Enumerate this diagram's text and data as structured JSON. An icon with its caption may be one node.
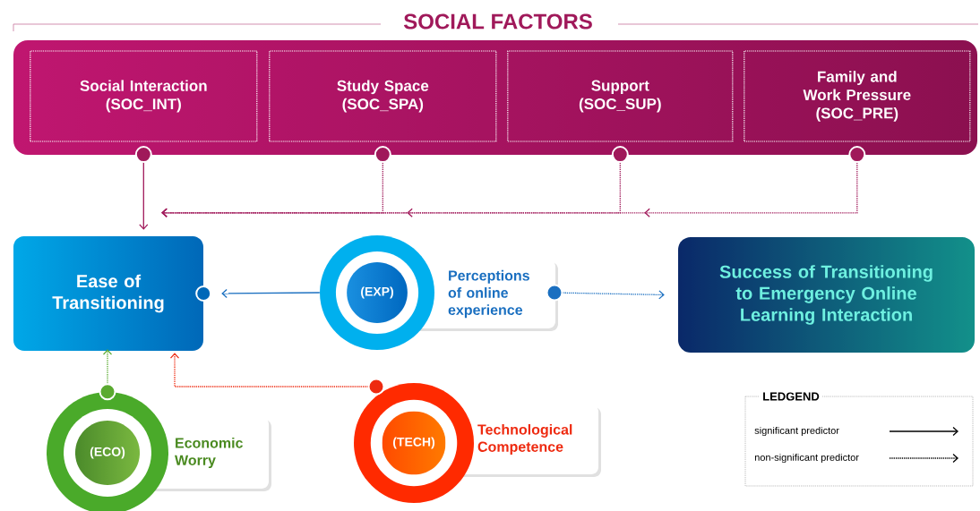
{
  "diagram": {
    "nodes": [
      {
        "text": [
          "SOCIAL FACTORS"
        ]
      },
      {
        "text": [
          "Social Interaction (SOC_INT)"
        ],
        "in": 0
      },
      {
        "text": [
          "Study Space (SOC_SPA)"
        ],
        "in": 0
      },
      {
        "text": [
          "Support (SOC_SUP)"
        ],
        "in": 0
      },
      {
        "text": [
          "Family and Work Pressure (SOC_PRE)"
        ],
        "in": 0
      },
      {
        "text": [
          "Ease of Transitioning"
        ]
      },
      {
        "text": [
          "(EXP)",
          "Perceptions of online experience"
        ]
      },
      {
        "text": [
          "Success of Transitioning to Emergency Online Learning Interaction"
        ]
      },
      {
        "text": [
          "(ECO)",
          "Economic Worry"
        ]
      },
      {
        "text": [
          "(TECH)",
          "Technological Competence"
        ]
      }
    ],
    "edges": [
      {
        "from": 1,
        "to": 5,
        "arrow": "to"
      },
      {
        "from": 2,
        "to": 5,
        "arrow": "to",
        "style": "dashed"
      },
      {
        "from": 3,
        "to": 5,
        "arrow": "to",
        "style": "dashed"
      },
      {
        "from": 4,
        "to": 5,
        "arrow": "to",
        "style": "dashed"
      },
      {
        "from": 6,
        "to": 5,
        "arrow": "to",
        "color": "#1a6fc0"
      },
      {
        "from": 6,
        "to": 7,
        "arrow": "to",
        "style": "dashed",
        "color": "#1a6fc0"
      },
      {
        "from": 8,
        "to": 5,
        "arrow": "to",
        "style": "dashed",
        "color": "#5aaa30"
      },
      {
        "from": 9,
        "to": 5,
        "arrow": "to",
        "style": "dashed",
        "color": "#ee2a10"
      }
    ],
    "labels": [
      "LEDGEND"
    ],
    "legend": [
      {
        "text": "significant predictor"
      },
      {
        "text": "non-significant predictor"
      }
    ]
  }
}
